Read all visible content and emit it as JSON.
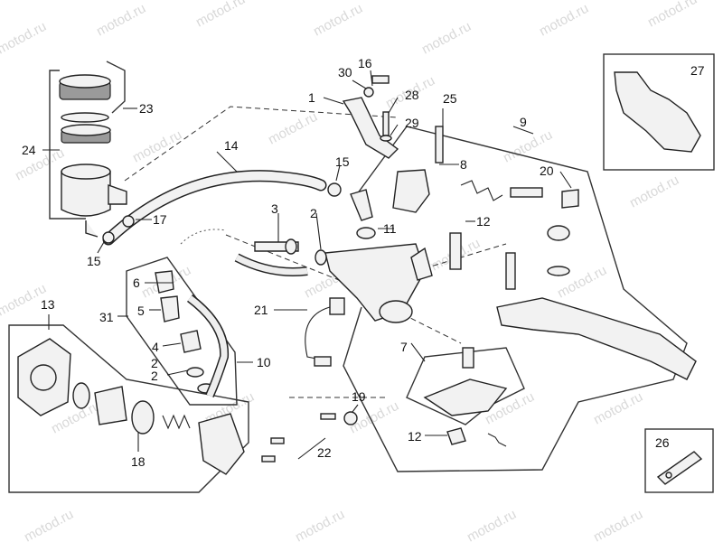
{
  "watermark": "motod.ru",
  "callouts": [
    "1",
    "2",
    "2",
    "2",
    "3",
    "4",
    "5",
    "6",
    "7",
    "8",
    "9",
    "10",
    "11",
    "12",
    "12",
    "13",
    "14",
    "15",
    "15",
    "16",
    "17",
    "18",
    "19",
    "20",
    "21",
    "22",
    "23",
    "24",
    "25",
    "26",
    "27",
    "28",
    "29",
    "30",
    "31"
  ]
}
